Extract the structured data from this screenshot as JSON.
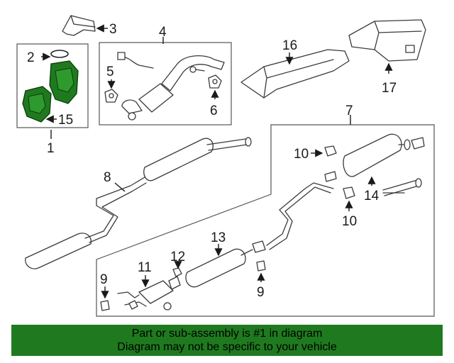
{
  "callouts": {
    "c1": "1",
    "c2": "2",
    "c3": "3",
    "c4": "4",
    "c5": "5",
    "c6": "6",
    "c7": "7",
    "c8": "8",
    "c9a": "9",
    "c9b": "9",
    "c10a": "10",
    "c10b": "10",
    "c11": "11",
    "c12": "12",
    "c13": "13",
    "c14": "14",
    "c15": "15",
    "c16": "16",
    "c17": "17"
  },
  "colors": {
    "highlight": "#1f7a1f",
    "banner_bg": "#1f7a1f"
  },
  "banner": {
    "line1": "Part or sub-assembly is #1 in diagram",
    "line2": "Diagram may not be specific to your vehicle"
  }
}
